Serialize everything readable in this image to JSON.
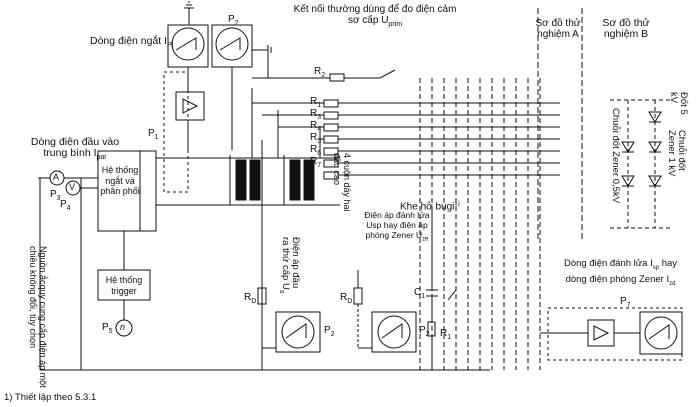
{
  "title_labels": {
    "interrupt_current": "Dòng điện ngắt I",
    "interrupt_current_sub": "Pi",
    "top_note_line1": "Kết nối thường dùng để đo điện cảm",
    "top_note_line2": "sơ cấp U",
    "top_note_sub": "prim",
    "test_a_line1": "Sơ đồ thử",
    "test_a_line2": "nghiệm A",
    "test_b_line1": "Sơ đồ thử",
    "test_b_line2": "nghiệm B",
    "avg_input_line1": "Dòng điện đầu vào",
    "avg_input_line2": "trung bình I",
    "avg_input_sub": "par",
    "battery_note": "Nguồn ắcquy cung cấp điện áp một chiều không đổi, tùy chọn",
    "system_box": "Hệ thống ngắt và phân phối",
    "trigger_box": "Hệ thống trigger",
    "coils_note": "4 cuộn dây hai đầu cao",
    "secondary_output": "Điện áp đầu ra thứ cấp U",
    "secondary_output_sub": "s",
    "spark_gap": "Khe hở bugi",
    "spark_gap_sup": "1)",
    "ignition_voltage": "Điện áp đánh lửa Usp hay điện áp phóng Zener U",
    "ignition_voltage_sub": "ze",
    "zener_chain": "Chuỗi đốt Zener 0,5kV",
    "zener_1kv": "Chuỗi đốt Zener 1 kV",
    "zener_5kv": "Đốt 5 kV",
    "ignition_current": "Dòng điện đánh lửa I",
    "ignition_current_sub": "sp",
    "ignition_current_2": " hay",
    "zener_current": "dòng điện phóng Zener I",
    "zener_current_sub": "zd",
    "footnote": "1)  Thiết lập theo 5.3.1"
  },
  "symbols": {
    "p1": "P",
    "p1_sub": "1",
    "p2": "P",
    "p2_sub": "2",
    "p3": "P",
    "p3_sub": "3",
    "p4": "P",
    "p4_sub": "4",
    "p5": "P",
    "p5_sub": "5",
    "p7": "P",
    "p7_sub": "7",
    "r1": "R",
    "r1_sub": "1",
    "r2": "R",
    "r2_sub": "2",
    "r3": "R",
    "r3_sub": "3",
    "r4": "R",
    "r4_sub": "4",
    "r5": "R",
    "r5_sub": "5",
    "r6": "R",
    "r6_sub": "6",
    "r7": "R",
    "r7_sub": "7",
    "rd": "R",
    "rd_sub": "D",
    "c1": "C",
    "c1_sub": "1",
    "meter_a": "A",
    "meter_v": "V",
    "meter_n": "n"
  }
}
